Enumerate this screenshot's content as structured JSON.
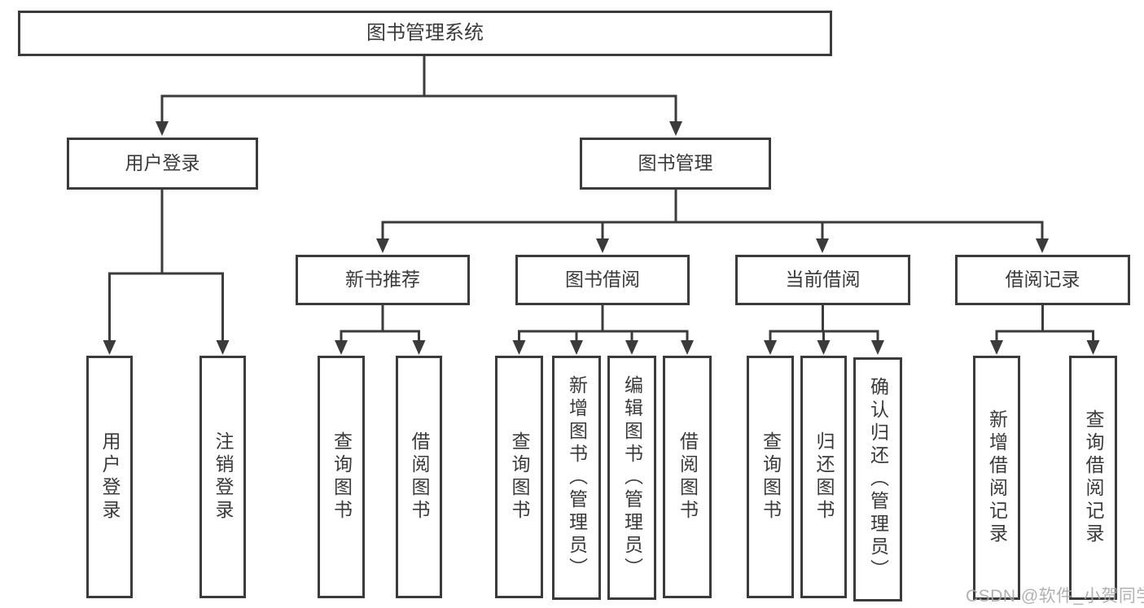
{
  "diagram": {
    "root": {
      "label": "图书管理系统"
    },
    "level2": {
      "user_login": {
        "label": "用户登录"
      },
      "book_management": {
        "label": "图书管理"
      }
    },
    "level3": {
      "new_book_recommend": {
        "label": "新书推荐"
      },
      "book_borrowing": {
        "label": "图书借阅"
      },
      "current_borrowing": {
        "label": "当前借阅"
      },
      "borrowing_records": {
        "label": "借阅记录"
      }
    },
    "leaves": {
      "user_login": {
        "label": "用户登录"
      },
      "logout": {
        "label": "注销登录"
      },
      "recommend_query_book": {
        "label": "查询图书"
      },
      "recommend_borrow_book": {
        "label": "借阅图书"
      },
      "borrowing_query_book": {
        "label": "查询图书"
      },
      "borrowing_add_book": {
        "label": "新增图书（管理员）"
      },
      "borrowing_edit_book": {
        "label": "编辑图书（管理员）"
      },
      "borrowing_borrow_book": {
        "label": "借阅图书"
      },
      "current_query_book": {
        "label": "查询图书"
      },
      "current_return_book": {
        "label": "归还图书"
      },
      "current_confirm_return": {
        "label": "确认归还（管理员）"
      },
      "records_add_record": {
        "label": "新增借阅记录"
      },
      "records_query_record": {
        "label": "查询借阅记录"
      }
    }
  },
  "watermark": {
    "text": "CSDN @软件_小贺同学"
  },
  "colors": {
    "line": "#3b3b3b",
    "box_border": "#3b3b3b",
    "text": "#3a3a3a",
    "watermark": "#a8a8a8",
    "background": "#ffffff"
  }
}
